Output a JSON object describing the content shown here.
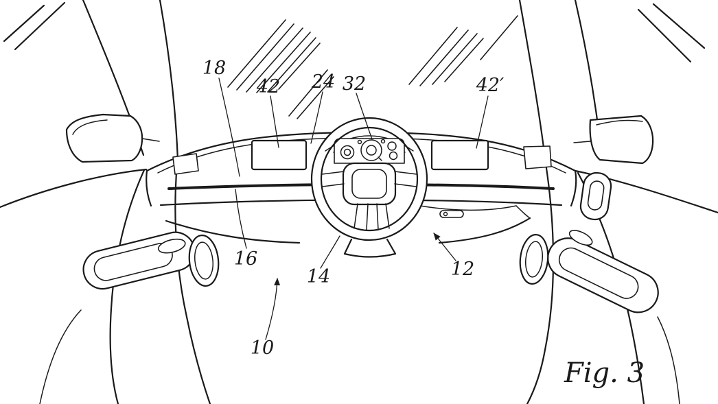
{
  "figure": {
    "caption": "Fig. 3",
    "labels": {
      "n18": "18",
      "n42": "42",
      "n24": "24",
      "n32": "32",
      "n42p": "42′",
      "n16": "16",
      "n14": "14",
      "n12": "12",
      "n10": "10"
    },
    "colors": {
      "line": "#1a1a1a",
      "background": "#ffffff"
    }
  }
}
